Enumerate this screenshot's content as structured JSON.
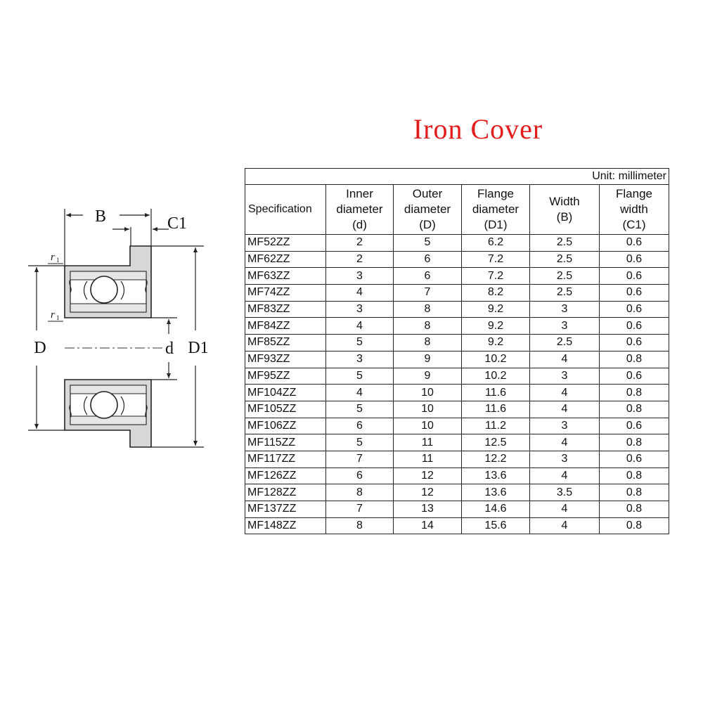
{
  "title": "Iron Cover",
  "diagram": {
    "labels": {
      "B": "B",
      "C1": "C1",
      "D": "D",
      "d": "d",
      "D1": "D1",
      "r": "r",
      "r_sub": "1"
    }
  },
  "table": {
    "unit": "Unit: millimeter",
    "headers": [
      [
        "Specification"
      ],
      [
        "Inner",
        "diameter",
        "(d)"
      ],
      [
        "Outer",
        "diameter",
        "(D)"
      ],
      [
        "Flange",
        "diameter",
        "(D1)"
      ],
      [
        "Width",
        "(B)"
      ],
      [
        "Flange",
        "width",
        "(C1)"
      ]
    ],
    "rows": [
      [
        "MF52ZZ",
        "2",
        "5",
        "6.2",
        "2.5",
        "0.6"
      ],
      [
        "MF62ZZ",
        "2",
        "6",
        "7.2",
        "2.5",
        "0.6"
      ],
      [
        "MF63ZZ",
        "3",
        "6",
        "7.2",
        "2.5",
        "0.6"
      ],
      [
        "MF74ZZ",
        "4",
        "7",
        "8.2",
        "2.5",
        "0.6"
      ],
      [
        "MF83ZZ",
        "3",
        "8",
        "9.2",
        "3",
        "0.6"
      ],
      [
        "MF84ZZ",
        "4",
        "8",
        "9.2",
        "3",
        "0.6"
      ],
      [
        "MF85ZZ",
        "5",
        "8",
        "9.2",
        "2.5",
        "0.6"
      ],
      [
        "MF93ZZ",
        "3",
        "9",
        "10.2",
        "4",
        "0.8"
      ],
      [
        "MF95ZZ",
        "5",
        "9",
        "10.2",
        "3",
        "0.6"
      ],
      [
        "MF104ZZ",
        "4",
        "10",
        "11.6",
        "4",
        "0.8"
      ],
      [
        "MF105ZZ",
        "5",
        "10",
        "11.6",
        "4",
        "0.8"
      ],
      [
        "MF106ZZ",
        "6",
        "10",
        "11.2",
        "3",
        "0.6"
      ],
      [
        "MF115ZZ",
        "5",
        "11",
        "12.5",
        "4",
        "0.8"
      ],
      [
        "MF117ZZ",
        "7",
        "11",
        "12.2",
        "3",
        "0.6"
      ],
      [
        "MF126ZZ",
        "6",
        "12",
        "13.6",
        "4",
        "0.8"
      ],
      [
        "MF128ZZ",
        "8",
        "12",
        "13.6",
        "3.5",
        "0.8"
      ],
      [
        "MF137ZZ",
        "7",
        "13",
        "14.6",
        "4",
        "0.8"
      ],
      [
        "MF148ZZ",
        "8",
        "14",
        "15.6",
        "4",
        "0.8"
      ]
    ]
  }
}
